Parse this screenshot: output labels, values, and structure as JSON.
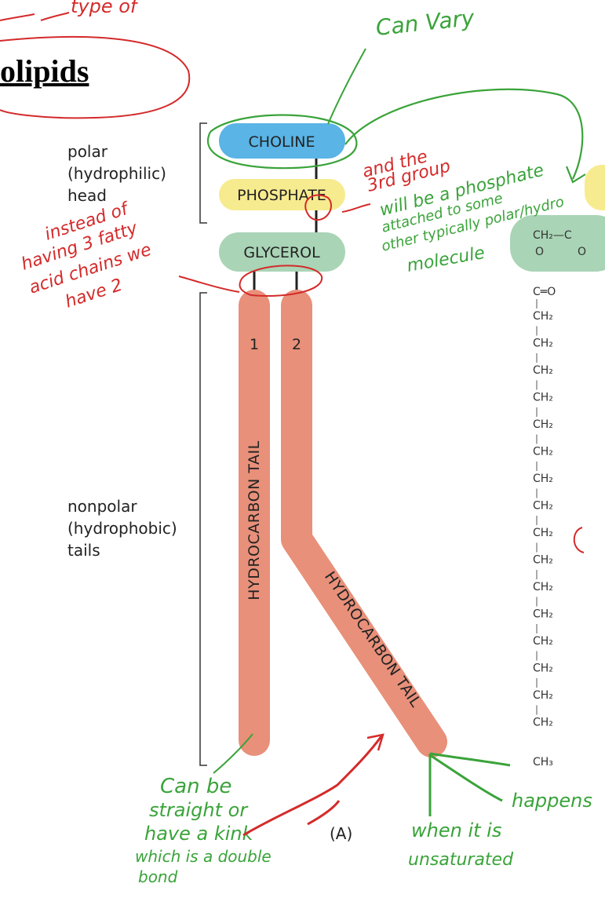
{
  "title": "olipids",
  "head_label": [
    "polar",
    "(hydrophilic)",
    "head"
  ],
  "tail_label": [
    "nonpolar",
    "(hydrophobic)",
    "tails"
  ],
  "boxes": {
    "choline": "CHOLINE",
    "phosphate": "PHOSPHATE",
    "glycerol": "GLYCEROL"
  },
  "tails": {
    "num1": "1",
    "num2": "2",
    "tail1_text": "HYDROCARBON TAIL",
    "tail2_text": "HYDROCARBON TAIL"
  },
  "panel_label": "(A)",
  "colors": {
    "choline": "#5ab4e5",
    "phosphate": "#f7eb8f",
    "glycerol": "#a9d4b6",
    "tail": "#e8907a",
    "green_ink": "#3aa33a",
    "red_ink": "#d42a2a"
  },
  "chem": {
    "top": "CH₂—C",
    "o": "O",
    "co": "C═O",
    "ch2": "CH₂",
    "ch3": "CH₃"
  },
  "annotations": {
    "top_red": "type of",
    "can_vary": "Can Vary",
    "third_group": [
      "and the",
      "3rd group",
      "will be a phosphate",
      "attached to some",
      "other typically polar/hydro",
      "molecule"
    ],
    "instead": [
      "instead of",
      "having 3 fatty",
      "acid chains we",
      "have 2"
    ],
    "can_be": [
      "Can be",
      "straight or",
      "have a kink",
      "which is a double",
      "bond"
    ],
    "happens": [
      "happens",
      "when it is",
      "unsaturated"
    ]
  }
}
